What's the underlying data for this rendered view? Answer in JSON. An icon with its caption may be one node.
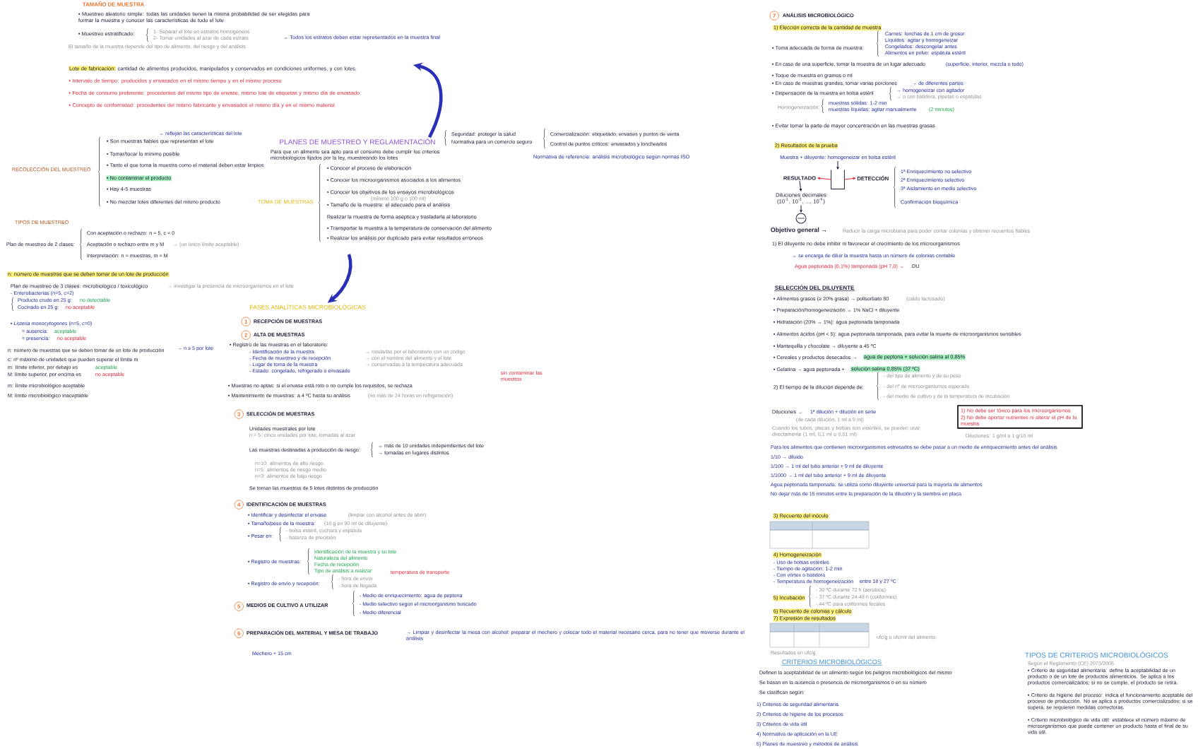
{
  "diagram": {
    "nodes": [
      {
        "text": [
          "Lote de fabricación:",
          "cantidad de alimentos producidos, manipulados y conservados en condiciones uniformes, y con lotes.",
          "• Intervalo de tiempo: producidos y envasados en el mismo tiempo y en el mismo proceso",
          "• Fecha de consumo preferente: procedentes del mismo tipo de envase, mismo lote de etiquetas y mismo día de envasado",
          "• Concepto de conformidad: procedentes del mismo fabricante y envasados el mismo día y en el mismo material"
        ]
      },
      {
        "text": [
          "PLANES DE MUESTREO Y REGLAMENTACIÓN"
        ]
      },
      {
        "text": [
          "FASES ANALÍTICAS MICROBIOLÓGICAS"
        ]
      },
      {
        "text": [
          "Muestra + diluyente: homogeneizar en bolsa estéril"
        ]
      },
      {
        "text": [],
        "shape": "beaker"
      },
      {
        "text": [
          "RESULTADO"
        ]
      },
      {
        "text": [
          "DETECCIÓN"
        ]
      },
      {
        "text": [
          "Diluciones decimales (10$^{-1}$, 10$^{-2}$, ..., 10$^{-6}$)"
        ]
      },
      {
        "text": [],
        "shape": "circle"
      },
      {
        "text": [
          "1) No debe ser tóxico para los microorganismos",
          "2) No debe aportar nutrientes ni alterar el pH de la muestra"
        ]
      }
    ],
    "edges": [
      {
        "from": 1,
        "to": 0,
        "arrow": "to",
        "style": "thick",
        "color": "#2b2fb5"
      },
      {
        "from": null,
        "to": 2,
        "arrow": "to",
        "style": "thick",
        "color": "#2b2fb5"
      },
      {
        "from": 3,
        "to": 4,
        "arrow": "to"
      },
      {
        "from": 4,
        "to": 5,
        "arrow": "to",
        "color": "#e0283c"
      },
      {
        "from": 4,
        "to": 6,
        "arrow": "to",
        "color": "#e0283c"
      },
      {
        "from": 5,
        "to": 7,
        "arrow": "to"
      },
      {
        "from": 7,
        "to": 8,
        "arrow": "to"
      }
    ],
    "labels": [
      "TAMAÑO DE MUESTRA",
      "• Muestreo aleatorio simple: todas las unidades tienen la misma probabilidad de ser elegidas para formar la muestra y conocer las características de todo el lote",
      "• Muestreo estratificado:",
      "1- Separar el lote en estratos homogéneos",
      "2- Tomar unidades al azar de cada estrato",
      "→ Todos los estratos deben estar representados en la muestra final",
      "El tamaño de la muestra depende del tipo de alimento, del riesgo y del análisis",
      "Para que un alimento sea apto para el consumo debe cumplir los criterios microbiológicos fijados por la ley, muestreando los lotes",
      "Seguridad: proteger la salud",
      "Normativa para un comercio seguro",
      "Comercialización: etiquetado, envases y puntos de venta",
      "Control de puntos críticos: envasados y loncheados",
      "Normativa de referencia: análisis microbiológico según normas ISO",
      "RECOLECCIÓN DEL MUESTREO",
      "→ reflejan las características del lote",
      "• Son muestras fiables que representan el lote",
      "• Tomar/tocar lo mínimo posible",
      "• Tanto el que toma la muestra como el material deben estar limpios",
      "• No contaminar el producto",
      "• Hay 4-5 muestras",
      "• No mezclar lotes diferentes del mismo producto",
      "TOMA DE MUESTRAS",
      "• Conocer el proceso de elaboración",
      "• Conocer los microorganismos asociados a los alimentos",
      "• Conocer los objetivos de los ensayos microbiológicos",
      "(mínimo 100 g o 100 ml)",
      "• Tamaño de la muestra: el adecuado para el análisis",
      "Realizar la muestra de forma aséptica y trasladarla al laboratorio",
      "• Transportar la muestra a la temperatura de conservación del alimento",
      "• Realizar los análisis por duplicado para evitar resultados erróneos",
      "TIPOS DE MUESTREO",
      "Plan de muestreo de 2 clases:",
      "Con aceptación o rechazo: n = 5, c = 0",
      "Aceptación o rechazo entre m y M",
      "→ (un único límite aceptable)",
      "Interpretación: n = muestras, m = M",
      "n: número de muestras que se deben tomar de un lote de producción",
      "Plan de muestreo de 3 clases: microbiológico / toxicológico",
      "→ investigar la presencia de microorganismos en el lote",
      "- Enterobacterias (n=5, c=2)",
      "Producto crudo en 25 g:",
      "no detectable",
      "Cocinado en 25 g:",
      "no aceptable",
      "• *Listeria monocytogenes* (n=5, c=0)",
      "= ausencia:",
      "aceptable",
      "= presencia:",
      "no aceptable",
      "n: número de muestras que se deben tomar de un lote de producción",
      "→ n ≥ 5 por lote",
      "c: nº máximo de unidades que pueden superar el límite m",
      "m: límite inferior, por debajo es",
      "aceptable",
      "M: límite superior, por encima es",
      "no aceptable",
      "m: límite microbiológico aceptable",
      "M: límite microbiológico inaceptable",
      "1",
      "RECEPCIÓN DE MUESTRAS",
      "2",
      "ALTA DE MUESTRAS",
      "• Registro de las muestras en el laboratorio:",
      "- Identificación de la muestra",
      "- Fecha de muestreo y de recepción",
      "- Lugar de toma de la muestra",
      "- Estado: congelado, refrigerado o envasado",
      "→ rotuladas por el laboratorio con un código",
      "→ con el nombre del alimento y el lote",
      "→ conservadas a la temperatura adecuada",
      "sin contaminar las muestras",
      "• Muestras no aptas: si el envase está roto o no cumple los requisitos, se rechaza",
      "• Mantenimiento de muestras: a 4 ºC hasta su análisis",
      "(no más de 24 horas en refrigeración)",
      "3",
      "SELECCIÓN DE MUESTRAS",
      "Unidades muestrales por lote",
      "n = 5: cinco unidades por lote, tomadas al azar",
      "Las muestras destinadas a producción de riesgo:",
      "→ más de 10 unidades independientes del lote",
      "→ tomadas en lugares distintos",
      "n=10: alimentos de alto riesgo",
      "n=5: alimentos de riesgo medio",
      "n=3: alimentos de bajo riesgo",
      "Se toman las muestras de 5 lotes distintos de producción",
      "4",
      "IDENTIFICACIÓN DE MUESTRAS",
      "• Identificar y desinfectar el envase",
      "(limpiar con alcohol antes de abrir)",
      "• Tamaño/peso de la muestra:",
      "(10 g en 90 ml de diluyente)",
      "• Pesar en:",
      "- bolsa estéril, cuchara y espátula",
      "- balanza de precisión",
      "• Registro de muestras:",
      "Identificación de la muestra y su lote",
      "Naturaleza del alimento",
      "Fecha de recepción",
      "Tipo de análisis a realizar",
      "• Registro de envío y recepción:",
      "temperatura de transporte",
      "- hora de envío",
      "- hora de llegada",
      "5",
      "MEDIOS DE CULTIVO A UTILIZAR",
      "- Medio de enriquecimiento: agua de peptona",
      "- Medio selectivo según el microorganismo buscado",
      "- Medio diferencial",
      "6",
      "PREPARACIÓN DEL MATERIAL Y MESA DE TRABAJO",
      "→ Limpiar y desinfectar la mesa con alcohol; preparar el mechero y colocar todo el material necesario cerca, para no tener que moverse durante el análisis",
      "Mechero + 15 cm",
      "7",
      "ANÁLISIS MICROBIOLÓGICO",
      "1) Elección correcta de la cantidad de muestra",
      "• Toma adecuada de forma de muestra:",
      "Carnes: lonchas de 1 cm de grosor",
      "Líquidos: agitar y homogeneizar",
      "Congelados: descongelar antes",
      "Alimentos en polvo: espátula estéril",
      "• En caso de una superficie, tomar la muestra de un lugar adecuado",
      "(superficie, interior, mezcla o todo)",
      "• Toque de muestra en gramos o ml",
      "• En caso de muestras grandes, tomar varias porciones",
      "→ de diferentes partes",
      "• Dispensación de la muestra en bolsa estéril",
      "→ homogeneizar con agitador",
      "→ o con batidora, pipetas o espátulas",
      "Homogeneización:",
      "muestras sólidas: 1-2 min",
      "muestras líquidas: agitar manualmente",
      "(2 minutos)",
      "• Evitar tomar la parte de mayor concentración en las muestras grasas",
      "2) Resultados de la prueba",
      "1ª Enriquecimiento no selectivo",
      "2ª Enriquecimiento selectivo",
      "3ª Aislamiento en medio selectivo",
      "Confirmación bioquímica",
      "Objetivo general →",
      "Reducir la carga microbiana para poder contar colonias y obtener recuentos fiables",
      "1) El diluyente no debe inhibir ni favorecer el crecimiento de los microorganismos",
      "→ se encarga de diluir la muestra hasta un número de colonias contable",
      "Agua peptonada (0,1%) tamponada (pH 7,0) →",
      "DU",
      "SELECCIÓN DEL DILUYENTE",
      "• Alimentos grasos (≥ 20% grasa) → polisorbato 80",
      "(caldo lactosado)",
      "• Preparación/homogeneización → 1% NaCl + diluyente",
      "• Hidratación (20% → 1%): agua peptonada tamponada",
      "• Alimentos ácidos (pH < 5): agua peptonada tamponada, para evitar la muerte de microorganismos sensibles",
      "• Mantequilla y chocolate → diluyente a 45 ºC",
      "• Cereales y productos desecados →",
      "agua de peptona + solución salina al 0,85%",
      "• Gelatina → agua peptonada +",
      "solución salina 0,85% (37 ºC)",
      "2) El tiempo de la dilución depende de:",
      "- del tipo de alimento y de su peso",
      "- del nº de microorganismos esperado",
      "- del medio de cultivo y de la temperatura de incubación",
      "Diluciones →",
      "1ª dilución + dilución en serie",
      "(de cada dilución, 1 ml a 9 ml)",
      "Cuando los tubos, placas y bolsas son estériles, se pueden usar directamente (1 ml, 0,1 ml o 0,01 ml)",
      "Diluciones: 1 g/ml o 1 g/10 ml",
      "Para los alimentos que contienen microorganismos estresados se debe pasar a un medio de enriquecimiento antes del análisis",
      "1/10 → diluido",
      "1/100 → 1 ml del tubo anterior + 9 ml de diluyente",
      "1/1000 → 1 ml del tubo anterior + 9 ml de diluyente",
      "Agua peptonada tamponada: se utiliza como diluyente universal para la mayoría de alimentos",
      "No dejar más de 15 minutos entre la preparación de la dilución y la siembra en placa",
      "3) Recuento del inóculo",
      "4) Homogeneización",
      "- Uso de bolsas estériles",
      "- Tiempo de agitación: 1-2 min",
      "- Con vórtex o batidora",
      "- Temperatura de homogeneización",
      "entre 18 y 27 ºC",
      "5) Incubación",
      "- 30 ºC durante 72 h (aerobios)",
      "- 37 ºC durante 24-48 h (coliformes)",
      "- 44 ºC para coliformes fecales",
      "6) Recuento de colonias y cálculo",
      "7) Expresión de resultados",
      "ufc/g o ufc/ml del alimento",
      "Resultados en ufc/g",
      "CRITERIOS MICROBIOLÓGICOS",
      "Definen la aceptabilidad de un alimento según los peligros microbiológicos del mismo",
      "Se basan en la ausencia o presencia de microorganismos o en su número",
      "Se clasifican según:",
      "1) Criterios de seguridad alimentaria",
      "2) Criterios de higiene de los procesos",
      "3) Criterios de vida útil",
      "4) Normativa de aplicación en la UE",
      "5) Planes de muestreo y métodos de análisis",
      "TIPOS DE CRITERIOS MICROBIOLÓGICOS",
      "Según el Reglamento (CE) 2073/2005",
      "• Criterio de seguridad alimentaria: define la aceptabilidad de un producto o de un lote de productos alimenticios. Se aplica a los productos comercializados; si no se cumple, el producto se retira.",
      "• Criterio de higiene del proceso: indica el funcionamiento aceptable del proceso de producción. No se aplica a productos comercializados; si se supera, se requieren medidas correctoras.",
      "• Criterio microbiológico de vida útil: establece el número máximo de microorganismos que puede contener un producto hasta el final de su vida útil."
    ]
  }
}
